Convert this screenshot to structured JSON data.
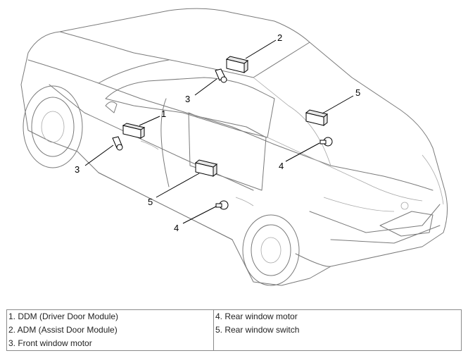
{
  "callouts": [
    "1",
    "2",
    "3",
    "3",
    "4",
    "4",
    "5",
    "5"
  ],
  "legend": {
    "left": [
      "1. DDM (Driver Door Module)",
      "2. ADM (Assist Door Module)",
      "3. Front window motor"
    ],
    "right": [
      "4. Rear window motor",
      "5. Rear window switch"
    ]
  }
}
